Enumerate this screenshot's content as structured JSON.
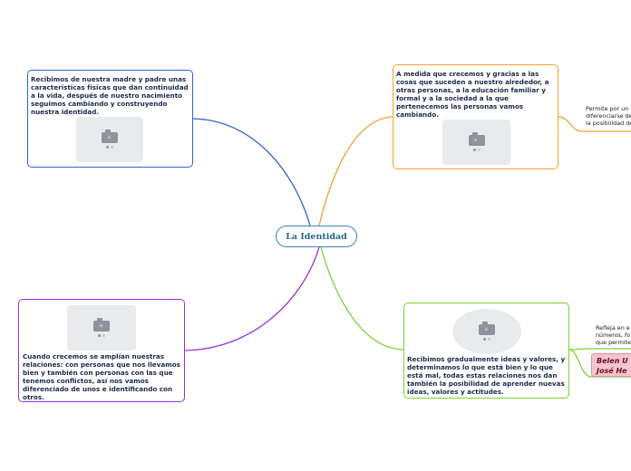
{
  "central": {
    "label": "La Identidad"
  },
  "nodes": {
    "top_left": {
      "text": "Recibimos de nuestra madre y padre unas características físicas que dan continuidad a la vida, después de nuestro nacimiento seguimos cambiando y construyendo nuestra identidad.",
      "color": "#2e63d1",
      "image_icon": "camera-icon"
    },
    "top_right": {
      "text": "A medida que crecemos y gracias a las cosas que suceden a nuestro alrededor, a otras personas, a la educación familiar y formal y a la sociedad a la que pertenecemos las personas vamos cambiando.",
      "color": "#f5a031",
      "image_icon": "camera-icon"
    },
    "bottom_left": {
      "text": "Cuando crecemos se amplían nuestras relaciones: con personas que nos llevamos bien y también con personas con las que tenemos conflictos, así nos vamos diferenciado de unos e identificando con otros.",
      "color": "#9b2ee0",
      "image_icon": "camera-icon"
    },
    "bottom_right": {
      "text": "Recibimos gradualmente ideas y valores, y determinamos lo que está bien y lo que está mal, todas estas relaciones nos dan también la posibilidad de aprender nuevas ideas, valores y actitudes.",
      "color": "#7bd137",
      "image_icon": "camera-icon"
    }
  },
  "subtopics": {
    "top_right": {
      "lines": [
        "Permite por un",
        "diferenciarse de",
        "la posibilidad de"
      ]
    },
    "bottom_right": {
      "lines": [
        "Refleja en e",
        "números, fo",
        "que permite"
      ]
    },
    "bottom_right_pink": {
      "lines": [
        "Belen U",
        "José He"
      ],
      "background": "#f6c5cf"
    }
  },
  "colors": {
    "central_border": "#3c86b8",
    "central_text": "#256b86",
    "node_text": "#1b2a4a"
  }
}
